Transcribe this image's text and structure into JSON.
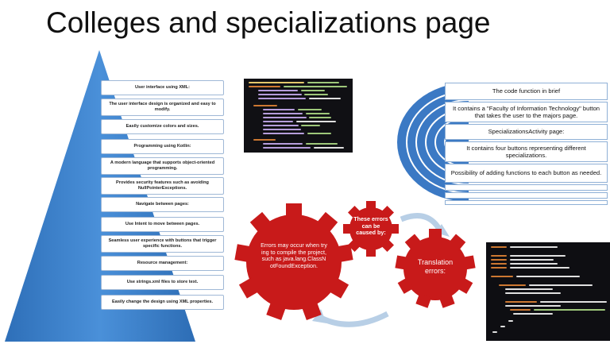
{
  "title": "Colleges and specializations page",
  "pyramid_items": [
    "User interface using XML:",
    "The user interface design is organized and easy to modify.",
    "Easily customize colors and sizes.",
    "Programming using Kotlin:",
    "A modern language that supports object-oriented programming.",
    "Provides security features such as avoiding NullPointerExceptions.",
    "Navigate between pages:",
    "Use Intent to move between pages.",
    "Seamless user experience with buttons that trigger specific functions.",
    "Resource management:",
    "Use strings.xml files to store text.",
    "Easily change the design using XML properties."
  ],
  "code_function": {
    "heading": "The code function in brief",
    "items": [
      "It contains a \"Faculty of Information Technology\" button that takes the user to the majors page.",
      "SpecializationsActivity page:",
      "It contains four buttons representing different specializations.",
      "Possibility of adding functions to each button as needed."
    ]
  },
  "cycle": {
    "errors_may_occur": "Errors may occur when trying to compile the project, such as java.lang.ClassNotFoundException.",
    "caused_by": "These errors can be caused by:",
    "translation_errors": "Translation errors:"
  },
  "colors": {
    "pyramid": "#3a7fc9",
    "gear": "#c81a1a",
    "arc": "#3b79c4",
    "box_border": "#8fb0d6"
  },
  "icons": [
    "gear-icon",
    "cycle-arrow-icon"
  ]
}
